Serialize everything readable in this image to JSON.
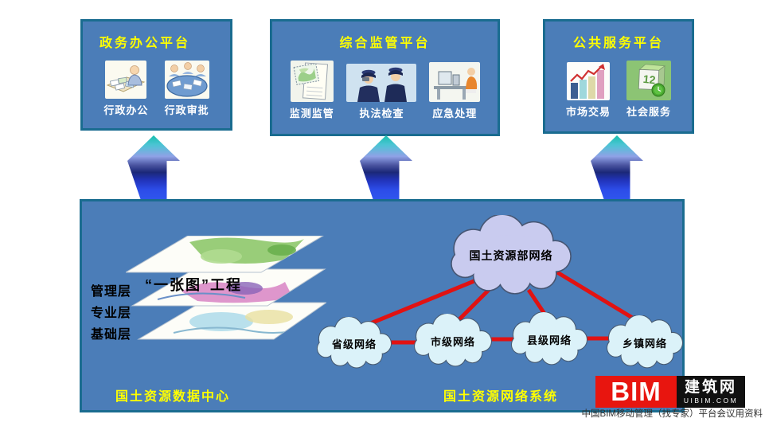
{
  "platforms": [
    {
      "title": "政务办公平台",
      "items": [
        {
          "label": "行政办公",
          "icon": "office-desk-icon"
        },
        {
          "label": "行政审批",
          "icon": "approval-meeting-icon"
        }
      ]
    },
    {
      "title": "综合监管平台",
      "items": [
        {
          "label": "监测监管",
          "icon": "monitoring-map-icon"
        },
        {
          "label": "执法检查",
          "icon": "police-inspection-icon"
        },
        {
          "label": "应急处理",
          "icon": "emergency-response-icon"
        }
      ]
    },
    {
      "title": "公共服务平台",
      "items": [
        {
          "label": "市场交易",
          "icon": "market-chart-icon"
        },
        {
          "label": "社会服务",
          "icon": "social-service-icon"
        }
      ]
    }
  ],
  "one_map": {
    "title": "“一张图”工程",
    "layers": [
      "管理层",
      "专业层",
      "基础层"
    ]
  },
  "network": {
    "root": "国土资源部网络",
    "nodes": [
      "省级网络",
      "市级网络",
      "县级网络",
      "乡镇网络"
    ]
  },
  "footer_labels": {
    "data_center": "国土资源数据中心",
    "network_system": "国土资源网络系统"
  },
  "logo": {
    "bim": "BIM",
    "name": "建筑网",
    "site": "UIBIM.COM"
  },
  "watermark": "中国BIM移动管理（找专家）平台会议用资料",
  "icons": {
    "calendar_number": "12"
  },
  "colors": {
    "platform_fill": "#4b7db8",
    "platform_border": "#1a6c90",
    "title_yellow": "#ffff00",
    "label_white": "#ffffff",
    "link_red": "#e11212",
    "cloud_root_fill": "#c9cbef",
    "cloud_node_fill": "#dbf2f9",
    "logo_red": "#e8150f",
    "logo_black": "#111111"
  }
}
